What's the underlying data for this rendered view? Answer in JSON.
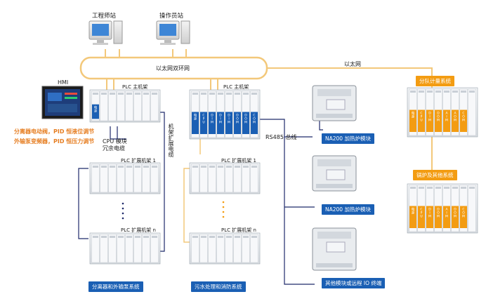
{
  "workstations": {
    "engineer": "工程师站",
    "operator": "操作员站"
  },
  "network": {
    "ring": "以太网双环网",
    "ethernet": "以太网"
  },
  "hmi": "HMI",
  "plc": {
    "main1": "PLC 主机架",
    "main2": "PLC 主机架",
    "exp1_left": "PLC 扩展机架 1",
    "expn_left": "PLC 扩展机架 n",
    "exp1_mid": "PLC 扩展机架 1",
    "expn_mid": "PLC 扩展机架 n"
  },
  "modules": {
    "power": "电源",
    "cpu": "CPU",
    "dim": "DIM",
    "dom": "DOM",
    "com": "COM",
    "aim": "AIM",
    "aom": "AOM"
  },
  "annotations": {
    "cpu_redundant": "CPU 模块\n冗余电缆",
    "rack_cable": "机架扩展电缆",
    "rs485": "RS485 总线",
    "left_orange_1": "分离器电动阀，PID 恒液位调节",
    "left_orange_2": "外输泵变频器，PID 恒压力调节"
  },
  "systems": {
    "metering": "分队计量系统",
    "boiler": "锅炉及其他系统",
    "na200_1": "NA200 加热炉模块",
    "na200_2": "NA200 加热炉模块",
    "other_io": "其他模块或远程 IO 终端",
    "separator": "分离器和外输泵系统",
    "sewage": "污水处理和消防系统"
  },
  "colors": {
    "navy": "#1f2a6b",
    "orange": "#f39c12",
    "blue": "#1a5fb4",
    "ring": "#f3c87a"
  }
}
